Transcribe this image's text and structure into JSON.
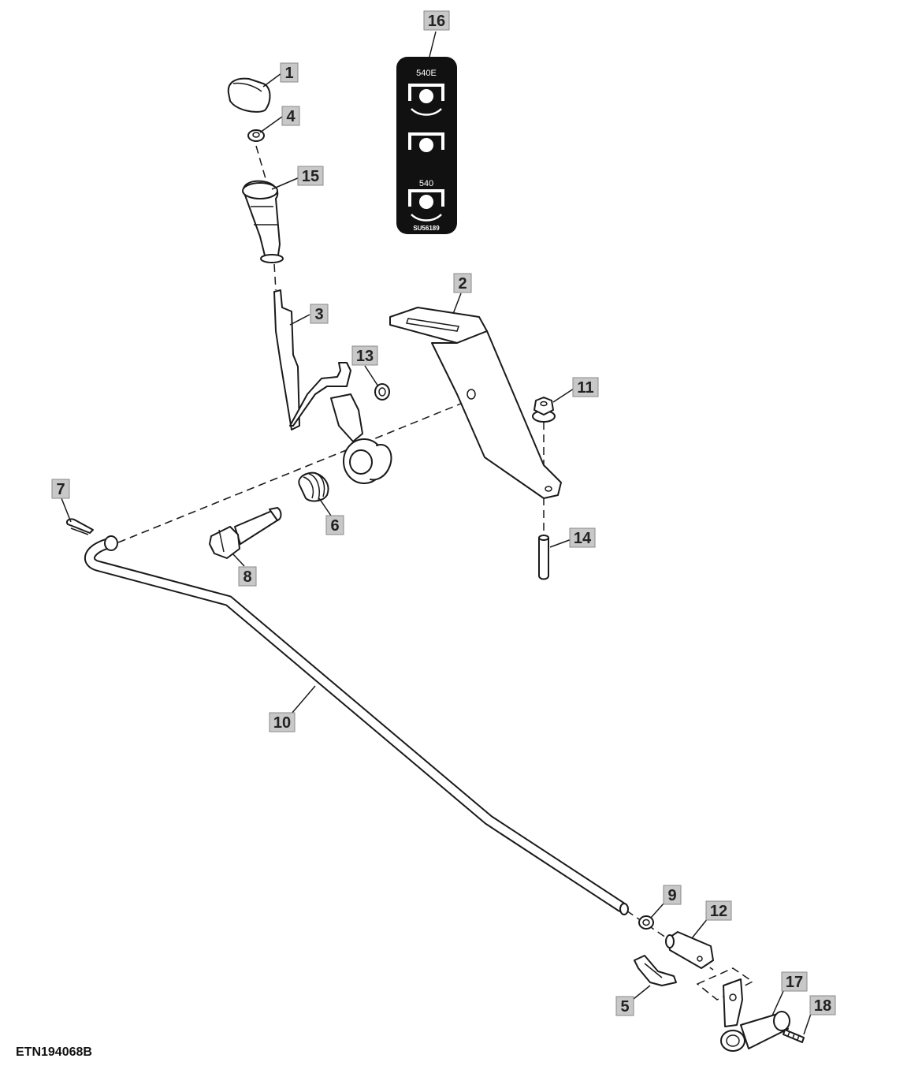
{
  "figure_id": "ETN194068B",
  "callouts": [
    {
      "label": "1"
    },
    {
      "label": "2"
    },
    {
      "label": "3"
    },
    {
      "label": "4"
    },
    {
      "label": "5"
    },
    {
      "label": "6"
    },
    {
      "label": "7"
    },
    {
      "label": "8"
    },
    {
      "label": "9"
    },
    {
      "label": "10"
    },
    {
      "label": "11"
    },
    {
      "label": "12"
    },
    {
      "label": "13"
    },
    {
      "label": "14"
    },
    {
      "label": "15"
    },
    {
      "label": "16"
    },
    {
      "label": "17"
    },
    {
      "label": "18"
    }
  ],
  "decal": {
    "top_label": "540E",
    "bottom_label": "540",
    "part_number": "SU56189"
  }
}
